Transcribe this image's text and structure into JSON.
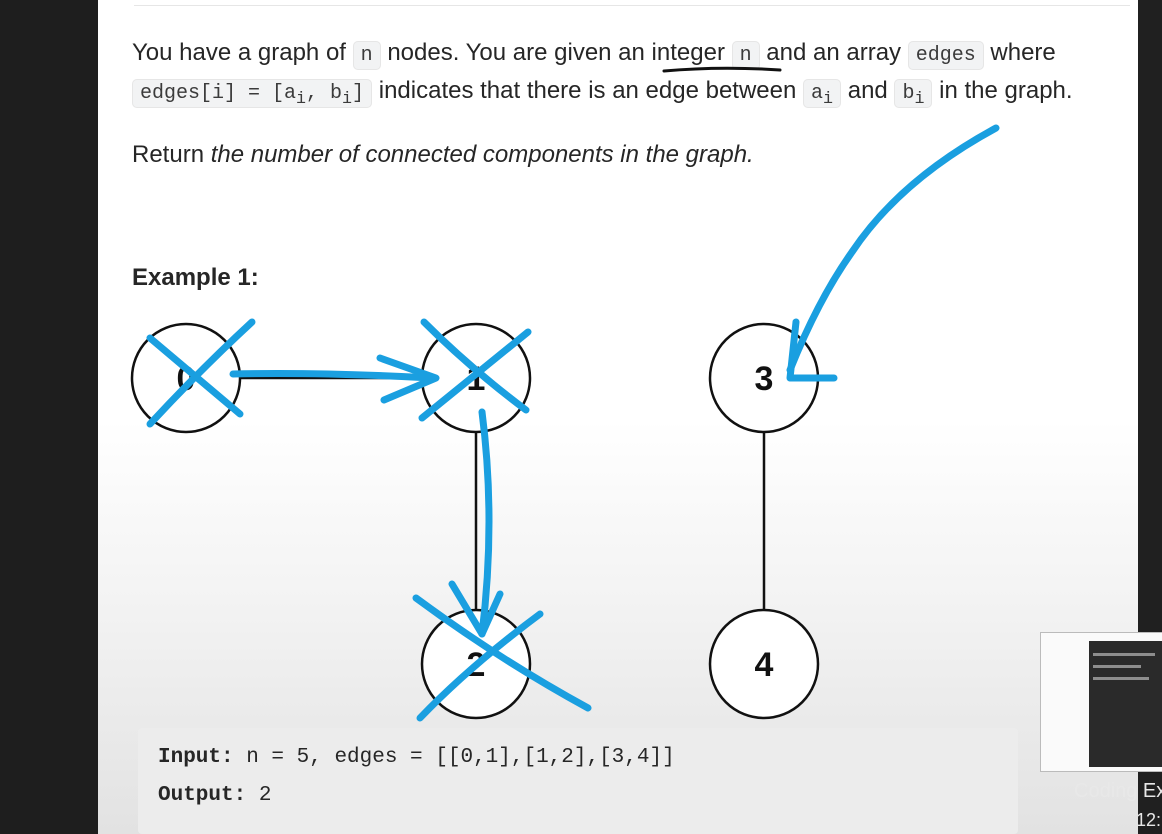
{
  "problem": {
    "line1": {
      "t1": "You have a graph of ",
      "c1": "n",
      "t2": " nodes. You are given an integer ",
      "c2": "n",
      "t3": " and an array ",
      "c3": "edges",
      "t4": " where"
    },
    "line2": {
      "c1": "edges[i] = [a",
      "c1_sub": "i",
      "c1b": ", b",
      "c1b_sub": "i",
      "c1c": "]",
      "t1": " indicates that there is an edge between ",
      "c2": "a",
      "c2_sub": "i",
      "t2": " and ",
      "c3": "b",
      "c3_sub": "i",
      "t3": " in the graph."
    },
    "line3": {
      "t1": "Return ",
      "italic": "the number of connected components in the graph."
    }
  },
  "example": {
    "title": "Example 1:",
    "input_label": "Input:",
    "input_value": " n = 5, edges = [[0,1],[1,2],[3,4]]",
    "output_label": "Output:",
    "output_value": " 2"
  },
  "graph": {
    "nodes": [
      {
        "label": "0"
      },
      {
        "label": "1"
      },
      {
        "label": "2"
      },
      {
        "label": "3"
      },
      {
        "label": "4"
      }
    ],
    "edges": [
      [
        0,
        1
      ],
      [
        1,
        2
      ],
      [
        3,
        4
      ]
    ]
  },
  "annotation_color": "#1a9fe0",
  "overlay": {
    "channel_text": "Coding Ex",
    "time_text": "12:"
  }
}
